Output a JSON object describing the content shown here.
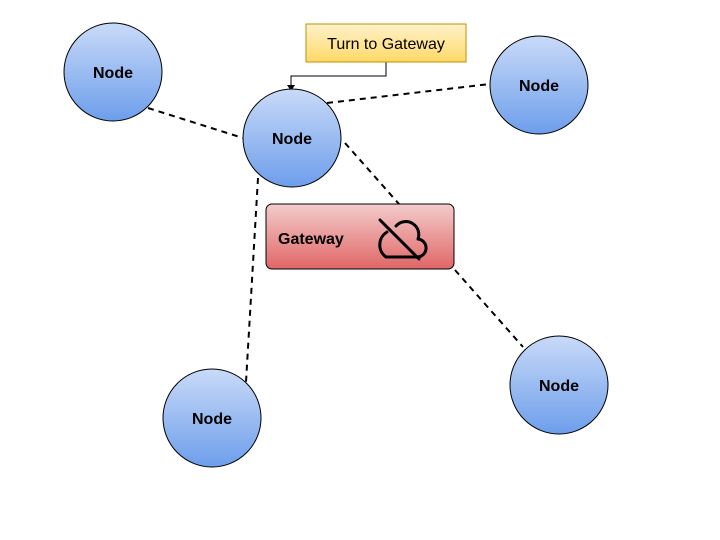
{
  "diagram": {
    "nodes": [
      {
        "id": "node-top-left",
        "label": "Node"
      },
      {
        "id": "node-center",
        "label": "Node"
      },
      {
        "id": "node-top-right",
        "label": "Node"
      },
      {
        "id": "node-bottom-left",
        "label": "Node"
      },
      {
        "id": "node-bottom-right",
        "label": "Node"
      }
    ],
    "gateway": {
      "label": "Gateway",
      "icon": "cloud-off-icon"
    },
    "callout": {
      "label": "Turn to Gateway"
    },
    "colors": {
      "node_top": "#c9daf8",
      "node_bottom": "#6d9eeb",
      "node_stroke": "#000000",
      "gateway_top": "#f4cccc",
      "gateway_bottom": "#e06666",
      "callout_fill": "#ffe599",
      "callout_stroke": "#bf9000"
    }
  }
}
